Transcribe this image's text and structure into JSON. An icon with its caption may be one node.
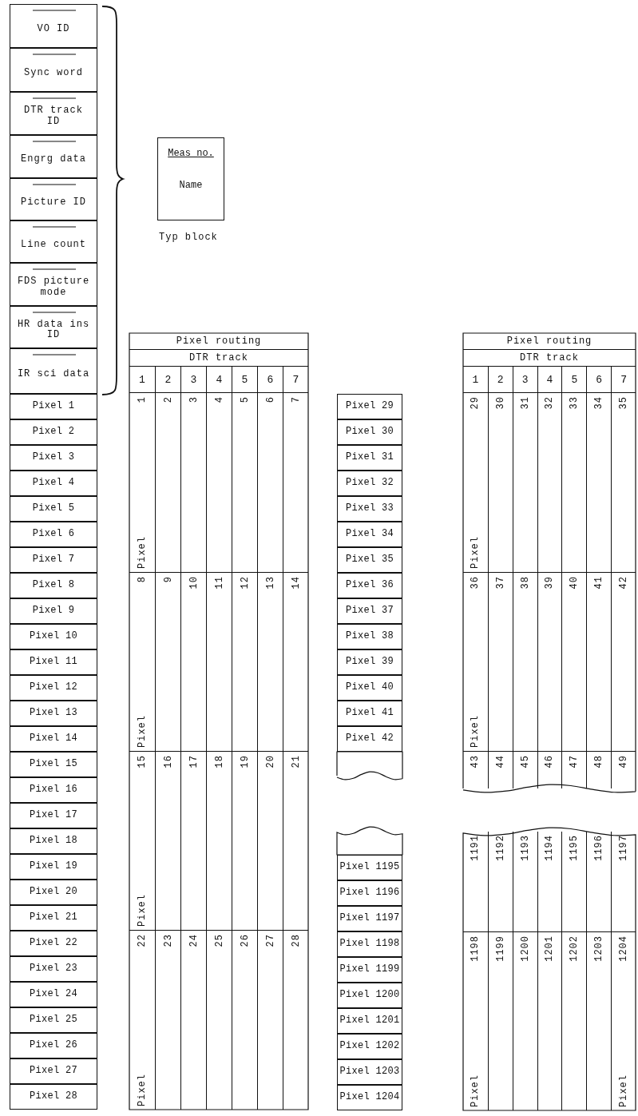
{
  "diagram": {
    "nodes": [
      {
        "text": [
          "VO ID"
        ]
      },
      {
        "text": [
          "Sync word"
        ]
      },
      {
        "text": [
          "DTR track ID"
        ]
      },
      {
        "text": [
          "Engrg data"
        ]
      },
      {
        "text": [
          "Picture ID"
        ]
      },
      {
        "text": [
          "Line count"
        ]
      },
      {
        "text": [
          "FDS picture mode"
        ]
      },
      {
        "text": [
          "HR data ins ID"
        ]
      },
      {
        "text": [
          "IR sci data"
        ]
      },
      {
        "text": [
          "Pixel 1"
        ]
      },
      {
        "text": [
          "Pixel 2"
        ]
      },
      {
        "text": [
          "Pixel 3"
        ]
      },
      {
        "text": [
          "Pixel 4"
        ]
      },
      {
        "text": [
          "Pixel 5"
        ]
      },
      {
        "text": [
          "Pixel 6"
        ]
      },
      {
        "text": [
          "Pixel 7"
        ]
      },
      {
        "text": [
          "Pixel 8"
        ]
      },
      {
        "text": [
          "Pixel 9"
        ]
      },
      {
        "text": [
          "Pixel 10"
        ]
      },
      {
        "text": [
          "Pixel 11"
        ]
      },
      {
        "text": [
          "Pixel 12"
        ]
      },
      {
        "text": [
          "Pixel 13"
        ]
      },
      {
        "text": [
          "Pixel 14"
        ]
      },
      {
        "text": [
          "Pixel 15"
        ]
      },
      {
        "text": [
          "Pixel 16"
        ]
      },
      {
        "text": [
          "Pixel 17"
        ]
      },
      {
        "text": [
          "Pixel 18"
        ]
      },
      {
        "text": [
          "Pixel 19"
        ]
      },
      {
        "text": [
          "Pixel 20"
        ]
      },
      {
        "text": [
          "Pixel 21"
        ]
      },
      {
        "text": [
          "Pixel 22"
        ]
      },
      {
        "text": [
          "Pixel 23"
        ]
      },
      {
        "text": [
          "Pixel 24"
        ]
      },
      {
        "text": [
          "Pixel 25"
        ]
      },
      {
        "text": [
          "Pixel 26"
        ]
      },
      {
        "text": [
          "Pixel 27"
        ]
      },
      {
        "text": [
          "Pixel 28"
        ]
      },
      {
        "text": [
          "Meas no.",
          "Name"
        ],
        "beside": [
          "Typ block"
        ]
      },
      {
        "text": [
          "Pixel routing",
          "DTR track"
        ]
      },
      {
        "text": [
          "1"
        ],
        "in": 38
      },
      {
        "text": [
          "2"
        ],
        "in": 38
      },
      {
        "text": [
          "3"
        ],
        "in": 38
      },
      {
        "text": [
          "4"
        ],
        "in": 38
      },
      {
        "text": [
          "5"
        ],
        "in": 38
      },
      {
        "text": [
          "6"
        ],
        "in": 38
      },
      {
        "text": [
          "7"
        ],
        "in": 38
      },
      {
        "text": [
          "1",
          "Pixel"
        ],
        "in": 38
      },
      {
        "text": [
          "2"
        ],
        "in": 38
      },
      {
        "text": [
          "3"
        ],
        "in": 38
      },
      {
        "text": [
          "4"
        ],
        "in": 38
      },
      {
        "text": [
          "5"
        ],
        "in": 38
      },
      {
        "text": [
          "6"
        ],
        "in": 38
      },
      {
        "text": [
          "7"
        ],
        "in": 38
      },
      {
        "text": [
          "8",
          "Pixel"
        ],
        "in": 38
      },
      {
        "text": [
          "9"
        ],
        "in": 38
      },
      {
        "text": [
          "10"
        ],
        "in": 38
      },
      {
        "text": [
          "11"
        ],
        "in": 38
      },
      {
        "text": [
          "12"
        ],
        "in": 38
      },
      {
        "text": [
          "13"
        ],
        "in": 38
      },
      {
        "text": [
          "14"
        ],
        "in": 38
      },
      {
        "text": [
          "15",
          "Pixel"
        ],
        "in": 38
      },
      {
        "text": [
          "16"
        ],
        "in": 38
      },
      {
        "text": [
          "17"
        ],
        "in": 38
      },
      {
        "text": [
          "18"
        ],
        "in": 38
      },
      {
        "text": [
          "19"
        ],
        "in": 38
      },
      {
        "text": [
          "20"
        ],
        "in": 38
      },
      {
        "text": [
          "21"
        ],
        "in": 38
      },
      {
        "text": [
          "22",
          "Pixel"
        ],
        "in": 38
      },
      {
        "text": [
          "23"
        ],
        "in": 38
      },
      {
        "text": [
          "24"
        ],
        "in": 38
      },
      {
        "text": [
          "25"
        ],
        "in": 38
      },
      {
        "text": [
          "26"
        ],
        "in": 38
      },
      {
        "text": [
          "27"
        ],
        "in": 38
      },
      {
        "text": [
          "28"
        ],
        "in": 38
      },
      {
        "text": [
          "Pixel 29"
        ]
      },
      {
        "text": [
          "Pixel 30"
        ]
      },
      {
        "text": [
          "Pixel 31"
        ]
      },
      {
        "text": [
          "Pixel 32"
        ]
      },
      {
        "text": [
          "Pixel 33"
        ]
      },
      {
        "text": [
          "Pixel 34"
        ]
      },
      {
        "text": [
          "Pixel 35"
        ]
      },
      {
        "text": [
          "Pixel 36"
        ]
      },
      {
        "text": [
          "Pixel 37"
        ]
      },
      {
        "text": [
          "Pixel 38"
        ]
      },
      {
        "text": [
          "Pixel 39"
        ]
      },
      {
        "text": [
          "Pixel 40"
        ]
      },
      {
        "text": [
          "Pixel 41"
        ]
      },
      {
        "text": [
          "Pixel 42"
        ]
      },
      {
        "text": [],
        "shape": "box"
      },
      {
        "text": [
          "Pixel routing",
          "DTR track"
        ]
      },
      {
        "text": [
          "1"
        ],
        "in": 89
      },
      {
        "text": [
          "2"
        ],
        "in": 89
      },
      {
        "text": [
          "3"
        ],
        "in": 89
      },
      {
        "text": [
          "4"
        ],
        "in": 89
      },
      {
        "text": [
          "5"
        ],
        "in": 89
      },
      {
        "text": [
          "6"
        ],
        "in": 89
      },
      {
        "text": [
          "7"
        ],
        "in": 89
      },
      {
        "text": [
          "29",
          "Pixel"
        ],
        "in": 89
      },
      {
        "text": [
          "30"
        ],
        "in": 89
      },
      {
        "text": [
          "31"
        ],
        "in": 89
      },
      {
        "text": [
          "32"
        ],
        "in": 89
      },
      {
        "text": [
          "33"
        ],
        "in": 89
      },
      {
        "text": [
          "34"
        ],
        "in": 89
      },
      {
        "text": [
          "35"
        ],
        "in": 89
      },
      {
        "text": [
          "36",
          "Pixel"
        ],
        "in": 89
      },
      {
        "text": [
          "37"
        ],
        "in": 89
      },
      {
        "text": [
          "38"
        ],
        "in": 89
      },
      {
        "text": [
          "39"
        ],
        "in": 89
      },
      {
        "text": [
          "40"
        ],
        "in": 89
      },
      {
        "text": [
          "41"
        ],
        "in": 89
      },
      {
        "text": [
          "42"
        ],
        "in": 89
      },
      {
        "text": [
          "43"
        ],
        "in": 89
      },
      {
        "text": [
          "44"
        ],
        "in": 89
      },
      {
        "text": [
          "45"
        ],
        "in": 89
      },
      {
        "text": [
          "46"
        ],
        "in": 89
      },
      {
        "text": [
          "47"
        ],
        "in": 89
      },
      {
        "text": [
          "48"
        ],
        "in": 89
      },
      {
        "text": [
          "49"
        ],
        "in": 89
      },
      {
        "text": [],
        "shape": "box"
      },
      {
        "text": [
          "Pixel 1195"
        ]
      },
      {
        "text": [
          "Pixel 1196"
        ]
      },
      {
        "text": [
          "Pixel 1197"
        ]
      },
      {
        "text": [
          "Pixel 1198"
        ]
      },
      {
        "text": [
          "Pixel 1199"
        ]
      },
      {
        "text": [
          "Pixel 1200"
        ]
      },
      {
        "text": [
          "Pixel 1201"
        ]
      },
      {
        "text": [
          "Pixel 1202"
        ]
      },
      {
        "text": [
          "Pixel 1203"
        ]
      },
      {
        "text": [
          "Pixel 1204"
        ]
      },
      {
        "text": [],
        "shape": "box"
      },
      {
        "text": [
          "1191"
        ],
        "in": 129
      },
      {
        "text": [
          "1192"
        ],
        "in": 129
      },
      {
        "text": [
          "1193"
        ],
        "in": 129
      },
      {
        "text": [
          "1194"
        ],
        "in": 129
      },
      {
        "text": [
          "1195"
        ],
        "in": 129
      },
      {
        "text": [
          "1196"
        ],
        "in": 129
      },
      {
        "text": [
          "1197"
        ],
        "in": 129
      },
      {
        "text": [
          "1198",
          "Pixel"
        ],
        "in": 129
      },
      {
        "text": [
          "1199"
        ],
        "in": 129
      },
      {
        "text": [
          "1200"
        ],
        "in": 129
      },
      {
        "text": [
          "1201"
        ],
        "in": 129
      },
      {
        "text": [
          "1202"
        ],
        "in": 129
      },
      {
        "text": [
          "1203"
        ],
        "in": 129
      },
      {
        "text": [
          "1204",
          "Pixel"
        ],
        "in": 129
      }
    ]
  }
}
